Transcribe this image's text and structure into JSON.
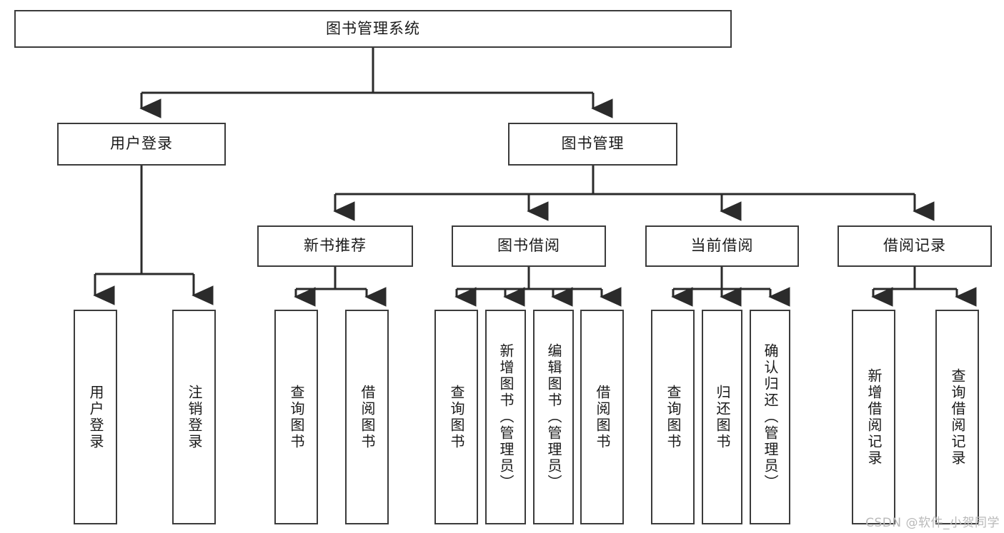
{
  "diagram": {
    "title": "图书管理系统",
    "type": "hierarchy-tree",
    "colors": {
      "box_border": "#3b3b3b",
      "box_fill": "#ffffff",
      "link": "#2b2b2b",
      "watermark": "#b9b9b9",
      "background": "#ffffff"
    },
    "levels": {
      "root": {
        "label": "图书管理系统"
      },
      "level2": [
        {
          "label": "用户登录"
        },
        {
          "label": "图书管理"
        }
      ],
      "level3": [
        {
          "label": "新书推荐"
        },
        {
          "label": "图书借阅"
        },
        {
          "label": "当前借阅"
        },
        {
          "label": "借阅记录"
        }
      ],
      "leaves": [
        {
          "label": "用户登录",
          "parent": "用户登录"
        },
        {
          "label": "注销登录",
          "parent": "用户登录"
        },
        {
          "label": "查询图书",
          "parent": "新书推荐"
        },
        {
          "label": "借阅图书",
          "parent": "新书推荐"
        },
        {
          "label": "查询图书",
          "parent": "图书借阅"
        },
        {
          "label": "新增图书（管理员）",
          "parent": "图书借阅"
        },
        {
          "label": "编辑图书（管理员）",
          "parent": "图书借阅"
        },
        {
          "label": "借阅图书",
          "parent": "图书借阅"
        },
        {
          "label": "查询图书",
          "parent": "当前借阅"
        },
        {
          "label": "归还图书",
          "parent": "当前借阅"
        },
        {
          "label": "确认归还（管理员）",
          "parent": "当前借阅"
        },
        {
          "label": "新增借阅记录",
          "parent": "借阅记录"
        },
        {
          "label": "查询借阅记录",
          "parent": "借阅记录"
        }
      ]
    }
  },
  "watermark": {
    "text": "CSDN @软件_小贺同学"
  }
}
